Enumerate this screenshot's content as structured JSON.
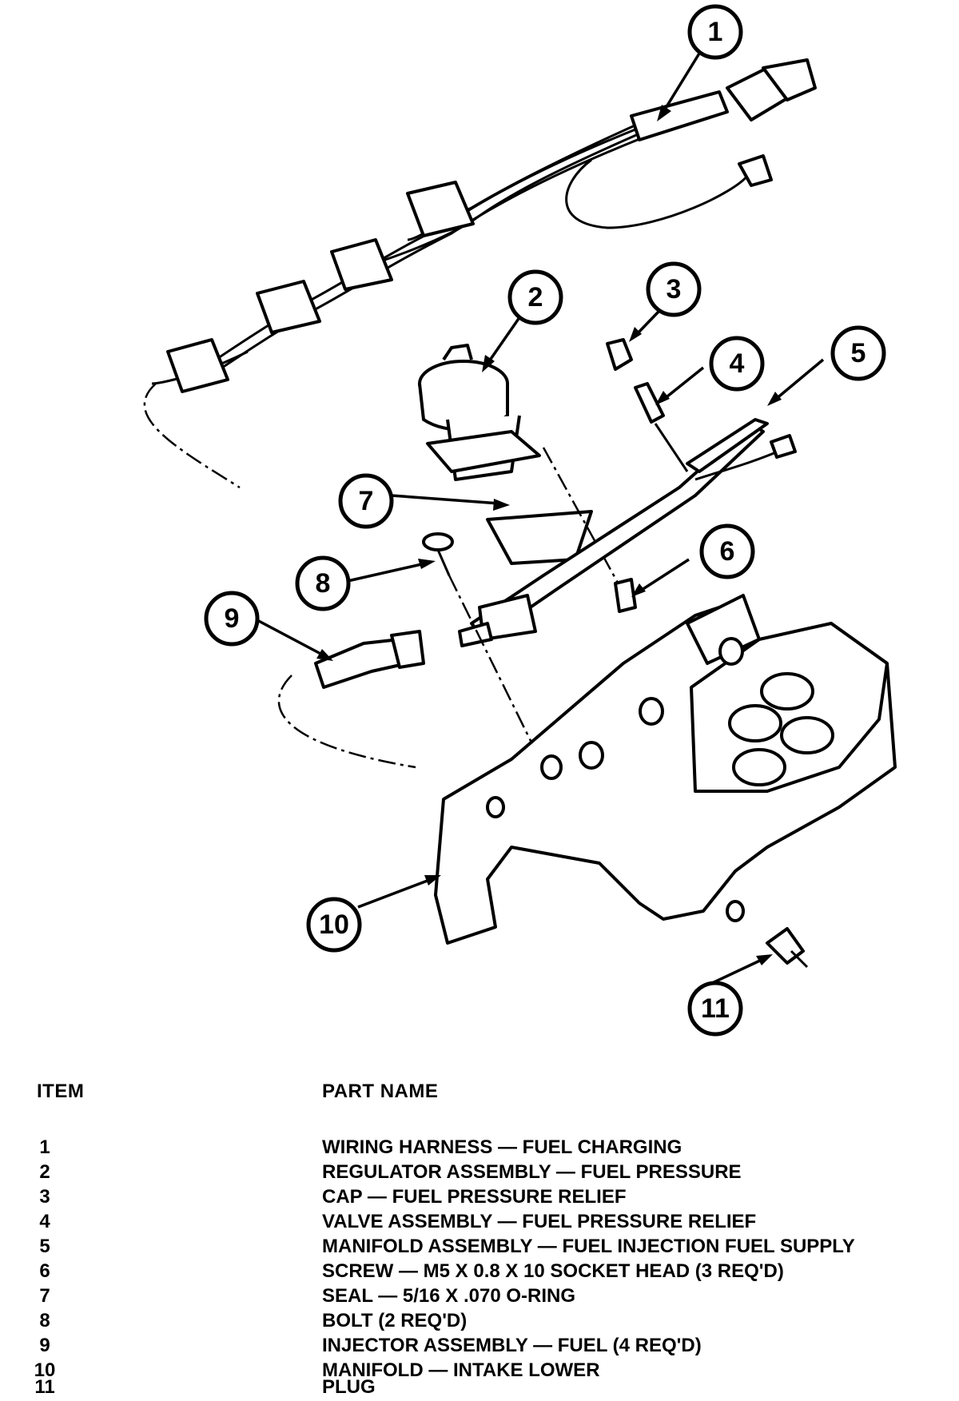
{
  "callouts": [
    "1",
    "2",
    "3",
    "4",
    "5",
    "6",
    "7",
    "8",
    "9",
    "10",
    "11"
  ],
  "legend": {
    "item_header": "ITEM",
    "part_header": "PART NAME",
    "rows": [
      {
        "item": "1",
        "part": "WIRING HARNESS — FUEL CHARGING"
      },
      {
        "item": "2",
        "part": "REGULATOR ASSEMBLY — FUEL PRESSURE"
      },
      {
        "item": "3",
        "part": "CAP — FUEL PRESSURE RELIEF"
      },
      {
        "item": "4",
        "part": "VALVE ASSEMBLY — FUEL PRESSURE RELIEF"
      },
      {
        "item": "5",
        "part": "MANIFOLD ASSEMBLY — FUEL INJECTION FUEL SUPPLY"
      },
      {
        "item": "6",
        "part": "SCREW — M5 X 0.8 X 10 SOCKET HEAD (3 REQ'D)"
      },
      {
        "item": "7",
        "part": "SEAL — 5/16 X .070 O-RING"
      },
      {
        "item": "8",
        "part": "BOLT (2 REQ'D)"
      },
      {
        "item": "9",
        "part": "INJECTOR ASSEMBLY — FUEL (4 REQ'D)"
      },
      {
        "item": "10",
        "part": "MANIFOLD — INTAKE LOWER"
      },
      {
        "item": "11",
        "part": "PLUG"
      }
    ]
  }
}
